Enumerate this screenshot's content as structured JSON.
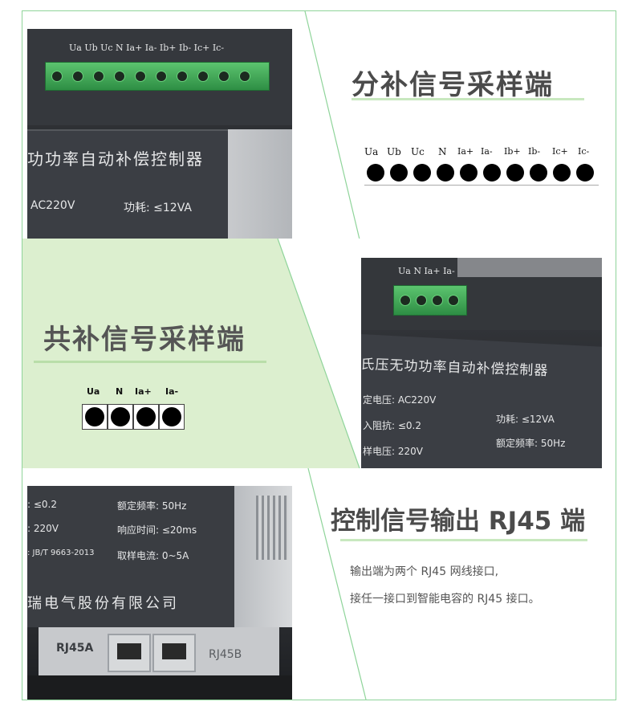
{
  "section1": {
    "title": "分补信号采样端",
    "terminals": [
      "Ua",
      "Ub",
      "Uc",
      "N",
      "Ia+",
      "Ia-",
      "Ib+",
      "Ib-",
      "Ic+",
      "Ic-"
    ],
    "photo": {
      "terminal_print": "Ua  Ub  Uc   N   Ia+ Ia- Ib+  Ib-  Ic+  Ic-",
      "device_title": "功功率自动补偿控制器",
      "spec1": "AC220V",
      "spec2": "功耗: ≤12VA"
    }
  },
  "section2": {
    "title": "共补信号采样端",
    "terminals": [
      "Ua",
      "N",
      "Ia+",
      "Ia-"
    ],
    "photo": {
      "terminal_print": "Ua   N  Ia+  Ia-",
      "device_title": "氏压无功功率自动补偿控制器",
      "spec_left1": "定电压: AC220V",
      "spec_left2": "入阻抗: ≤0.2",
      "spec_left3": "样电压: 220V",
      "spec_right1": "功耗: ≤12VA",
      "spec_right2": "额定频率: 50Hz"
    }
  },
  "section3": {
    "title": "控制信号输出 RJ45 端",
    "desc_line1": "输出端为两个 RJ45 网线接口,",
    "desc_line2": "接任一接口到智能电容的 RJ45 接口。",
    "photo": {
      "l1a": ": ≤0.2",
      "l1b": "额定频率: 50Hz",
      "l2a": ": 220V",
      "l2b": "响应时间: ≤20ms",
      "l3a": ": JB/T 9663-2013",
      "l3b": "取样电流: 0~5A",
      "maker": "瑞电气股份有限公司",
      "rj45a": "RJ45A",
      "rj45b": "RJ45B"
    }
  },
  "colors": {
    "border": "#8fd49a",
    "highlight": "#dcefcf",
    "title": "#4b4b4b",
    "terminal_green": "#3fae58"
  }
}
